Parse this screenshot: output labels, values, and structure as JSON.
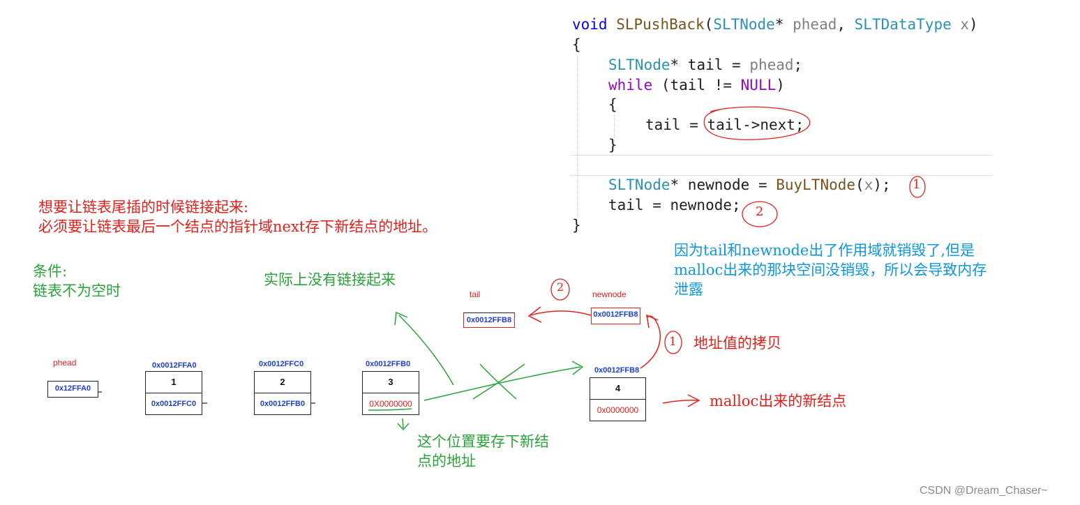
{
  "code": {
    "l1": {
      "kw_void": "void",
      "fn": "SLPushBack",
      "p1": "(",
      "ty1": "SLTNode",
      "star": "* ",
      "param1": "phead",
      "comma": ", ",
      "ty2": "SLTDataType",
      "sp": " ",
      "param2": "x",
      "close": ")"
    },
    "l2": "{",
    "l3": {
      "ty": "SLTNode",
      "rest1": "* tail = ",
      "pv": "phead",
      "semi": ";"
    },
    "l4": {
      "kw": "while",
      "rest1": " (tail != ",
      "mc": "NULL",
      "rest2": ")"
    },
    "l5": "{",
    "l6": "tail = tail->next;",
    "l7": "}",
    "l9": {
      "ty": "SLTNode",
      "rest1": "* newnode = ",
      "fn": "BuyLTNode",
      "p": "(",
      "pv": "x",
      "rest2": ");"
    },
    "l10": "tail = newnode;",
    "l11": "}"
  },
  "annotations": {
    "intro_line1": "想要让链表尾插的时候链接起来:",
    "intro_line2": "必须要让链表最后一个结点的指针域next存下新结点的地址。",
    "condition_line1": "条件:",
    "condition_line2": "链表不为空时",
    "not_linked": "实际上没有链接起来",
    "destroyed_line1": "因为tail和newnode出了作用域就销毁了,但是",
    "destroyed_line2": "malloc出来的那块空间没销毁，所以会导致内存",
    "destroyed_line3": "泄露",
    "address_copy": "地址值的拷贝",
    "new_node_note": "malloc出来的新结点",
    "store_here_line1": "这个位置要存下新结",
    "store_here_line2": "点的地址",
    "circle_1": "1",
    "circle_2": "2",
    "small_1": "1",
    "small_2": "2"
  },
  "memory": {
    "phead": {
      "label": "phead",
      "value": "0x12FFA0"
    },
    "tail": {
      "label": "tail",
      "value": "0x0012FFB8"
    },
    "newnode": {
      "label": "newnode",
      "value": "0x0012FFB8"
    },
    "nodes": [
      {
        "address": "0x0012FFA0",
        "data": "1",
        "next": "0x0012FFC0"
      },
      {
        "address": "0x0012FFC0",
        "data": "2",
        "next": "0x0012FFB0"
      },
      {
        "address": "0x0012FFB0",
        "data": "3",
        "next": "0X0000000"
      },
      {
        "address": "0x0012FFB8",
        "data": "4",
        "next": "0x0000000"
      }
    ]
  },
  "watermark": "CSDN @Dream_Chaser~",
  "colors": {
    "red": "#e0201c",
    "green": "#2aa33b",
    "blue": "#0f96db",
    "address_blue": "#1c3fd1"
  }
}
